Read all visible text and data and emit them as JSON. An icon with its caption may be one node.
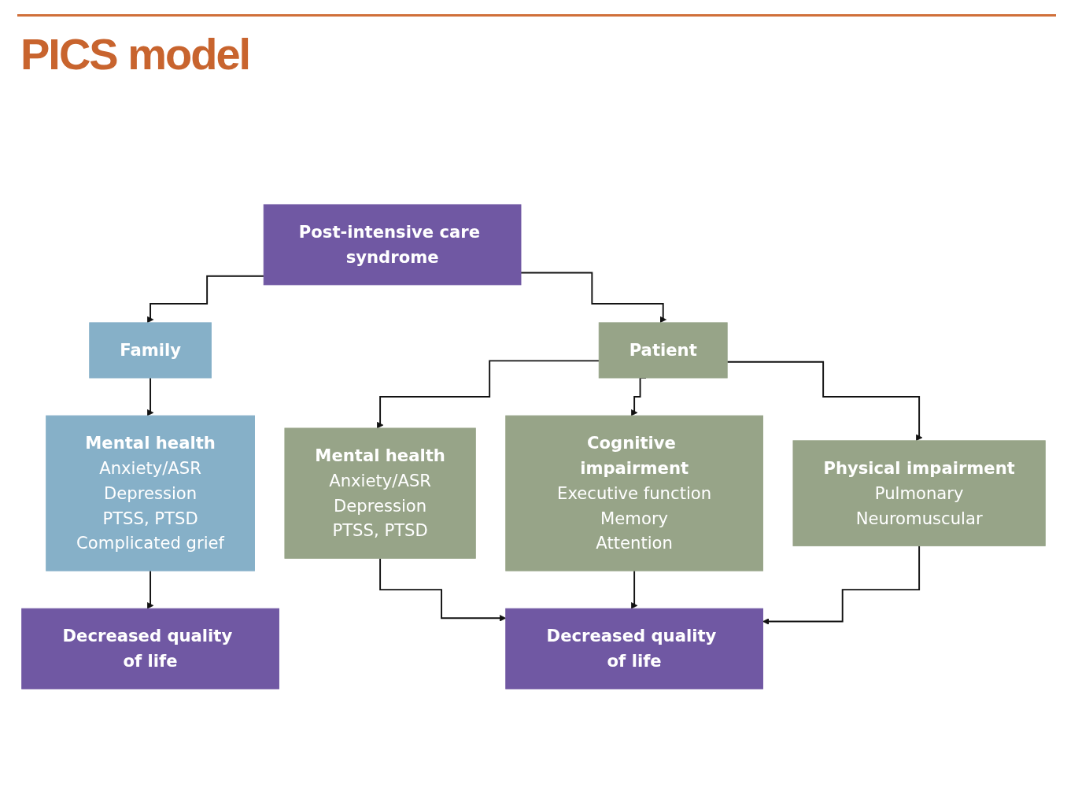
{
  "diagram": {
    "title": "PICS model",
    "nodes": [
      {
        "text": [
          "Post-intensive care syndrome"
        ]
      },
      {
        "text": [
          "Family"
        ]
      },
      {
        "text": [
          "Patient"
        ]
      },
      {
        "text": [
          "Mental health",
          "Anxiety/ASR",
          "Depression",
          "PTSS, PTSD",
          "Complicated grief"
        ]
      },
      {
        "text": [
          "Mental health",
          "Anxiety/ASR",
          "Depression",
          "PTSS, PTSD"
        ]
      },
      {
        "text": [
          "Cognitive impairment",
          "Executive function",
          "Memory",
          "Attention"
        ]
      },
      {
        "text": [
          "Physical impairment",
          "Pulmonary",
          "Neuromuscular"
        ]
      },
      {
        "text": [
          "Decreased quality of life"
        ]
      },
      {
        "text": [
          "Decreased quality of life"
        ]
      }
    ],
    "edges": [
      {
        "from": 0,
        "to": 1,
        "arrow": "to"
      },
      {
        "from": 0,
        "to": 2,
        "arrow": "to"
      },
      {
        "from": 1,
        "to": 3,
        "arrow": "to"
      },
      {
        "from": 2,
        "to": 4,
        "arrow": "to"
      },
      {
        "from": 2,
        "to": 5,
        "arrow": "to"
      },
      {
        "from": 2,
        "to": 6,
        "arrow": "to"
      },
      {
        "from": 3,
        "to": 7,
        "arrow": "to"
      },
      {
        "from": 4,
        "to": 8,
        "arrow": "to"
      },
      {
        "from": 5,
        "to": 8,
        "arrow": "to"
      },
      {
        "from": 6,
        "to": 8,
        "arrow": "to"
      }
    ]
  }
}
